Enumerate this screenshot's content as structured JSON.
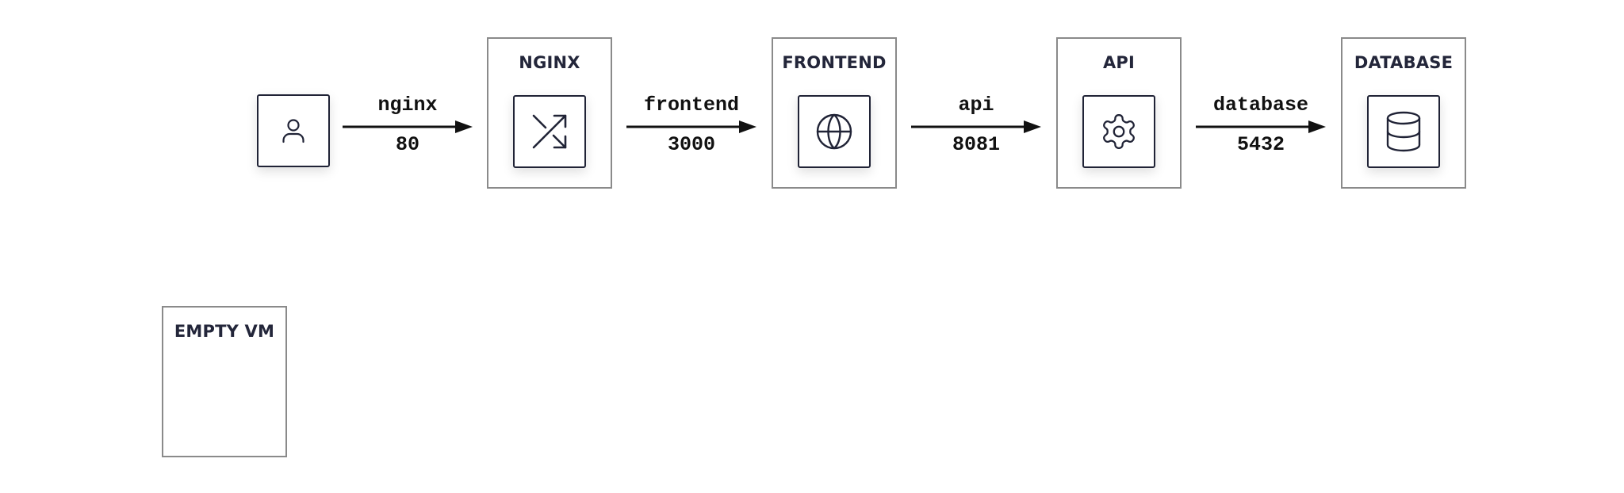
{
  "diagram": {
    "vms": [
      {
        "title": "NGINX",
        "icon": "shuffle-icon"
      },
      {
        "title": "FRONTEND",
        "icon": "globe-icon"
      },
      {
        "title": "API",
        "icon": "gear-icon"
      },
      {
        "title": "DATABASE",
        "icon": "database-icon"
      },
      {
        "title": "EMPTY VM"
      }
    ],
    "client": {
      "icon": "user-icon"
    },
    "links": [
      {
        "name": "nginx",
        "port": "80"
      },
      {
        "name": "frontend",
        "port": "3000"
      },
      {
        "name": "api",
        "port": "8081"
      },
      {
        "name": "database",
        "port": "5432"
      }
    ]
  }
}
